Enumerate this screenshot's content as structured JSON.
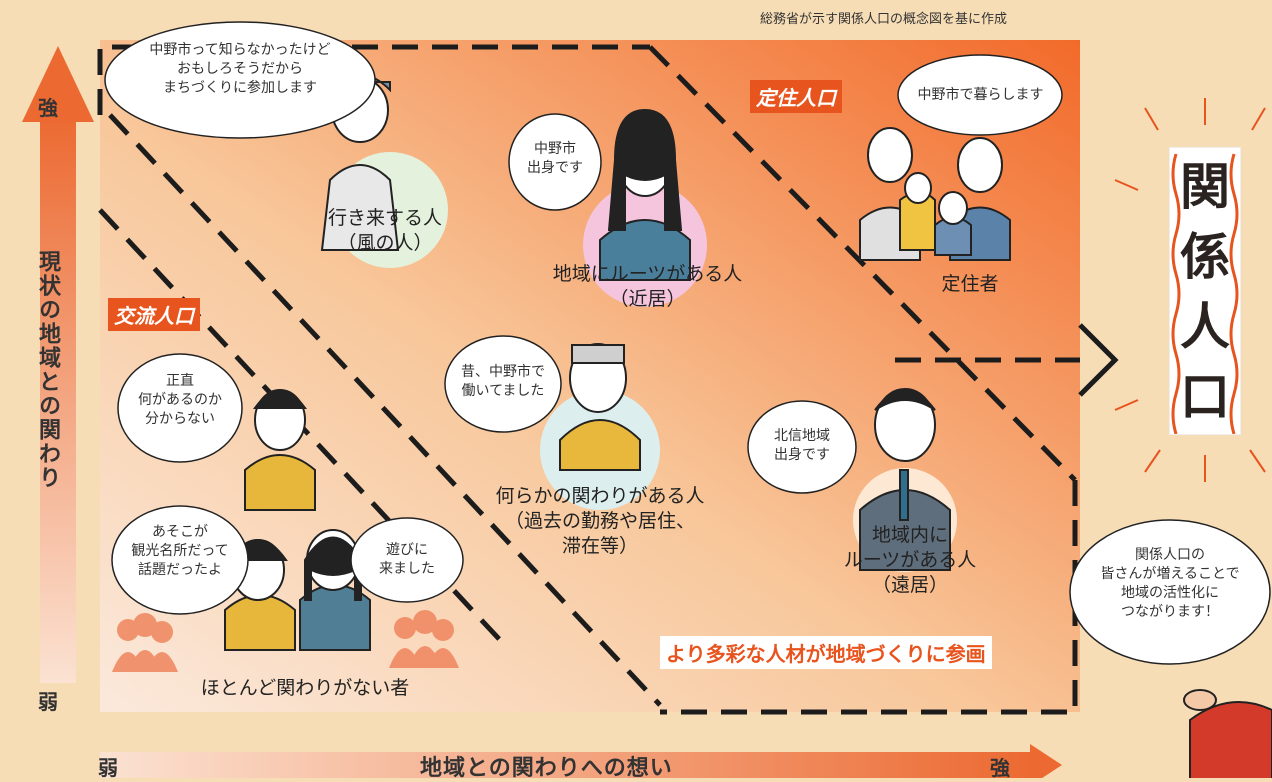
{
  "source_note": "総務省が示す関係人口の概念図を基に作成",
  "axes": {
    "y_title": "現状の地域との関わり",
    "y_strong": "強",
    "y_weak": "弱",
    "x_title": "地域との関わりへの想い",
    "x_weak": "弱",
    "x_strong": "強"
  },
  "zones": {
    "teiju": "定住人口",
    "koryu": "交流人口"
  },
  "groups": {
    "wind": "行き来する人\n（風の人）",
    "roots_near": "地域にルーツがある人\n（近居）",
    "settler": "定住者",
    "past": "何らかの関わりがある人\n（過去の勤務や居住、\n滞在等）",
    "roots_far": "地域内に\nルーツがある人\n（遠居）",
    "none": "ほとんど関わりがない者"
  },
  "speech": {
    "wind": "中野市って知らなかったけど\nおもしろそうだから\nまちづくりに参加します",
    "near": "中野市\n出身です",
    "settler": "中野市で暮らします",
    "past": "昔、中野市で\n働いてました",
    "far": "北信地域\n出身です",
    "honest": "正直\n何があるのか\n分からない",
    "tourist": "あそこが\n観光名所だって\n話題だったよ",
    "play": "遊びに\n来ました",
    "presenter": "関係人口の\n皆さんが増えることで\n地域の活性化に\nつながります！"
  },
  "highlight": "より多彩な人材が地域づくりに参画",
  "sign": "関\n係\n人\n口",
  "colors": {
    "accent": "#e8541e",
    "zone_dark": "#f07a3d",
    "zone_light": "#fbdcc3"
  }
}
